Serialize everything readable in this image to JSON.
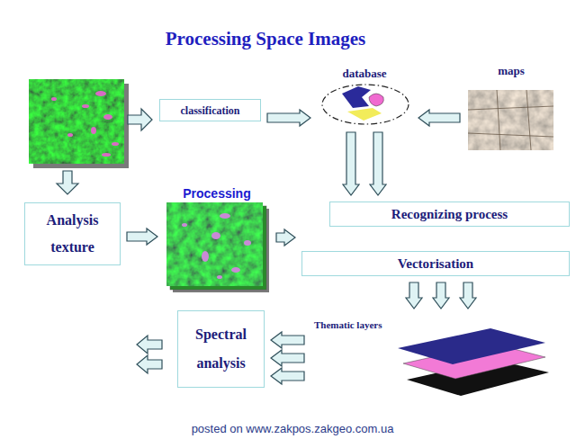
{
  "diagram": {
    "title": "Processing Space Images",
    "caption": "posted on www.zakpos.zakgeo.com.ua",
    "nodes": [
      {
        "text": [
          "classification"
        ]
      },
      {
        "text": [
          "database"
        ]
      },
      {
        "text": [
          "maps"
        ]
      },
      {
        "text": [
          "Analysis texture"
        ]
      },
      {
        "text": [
          "Processing"
        ]
      },
      {
        "text": [
          "Recognizing process"
        ]
      },
      {
        "text": [
          "Vectorisation"
        ]
      },
      {
        "text": [
          "Thematic layers"
        ]
      },
      {
        "text": [
          "Spectral analysis"
        ]
      }
    ],
    "edges": [
      {
        "from": 0,
        "to": 1,
        "arrow": "to"
      },
      {
        "from": 2,
        "to": 1,
        "arrow": "to"
      },
      {
        "from": 1,
        "to": 5,
        "arrow": "to"
      },
      {
        "from": 1,
        "to": 5,
        "arrow": "to"
      },
      {
        "from": 3,
        "to": 4,
        "arrow": "to"
      },
      {
        "from": 4,
        "to": 6,
        "arrow": "to"
      },
      {
        "from": 6,
        "to": 7,
        "arrow": "to"
      },
      {
        "from": 6,
        "to": 7,
        "arrow": "to"
      },
      {
        "from": 6,
        "to": 7,
        "arrow": "to"
      },
      {
        "from": 7,
        "to": 8,
        "arrow": "to"
      },
      {
        "from": 7,
        "to": 8,
        "arrow": "to"
      },
      {
        "from": 7,
        "to": 8,
        "arrow": "to"
      }
    ]
  }
}
